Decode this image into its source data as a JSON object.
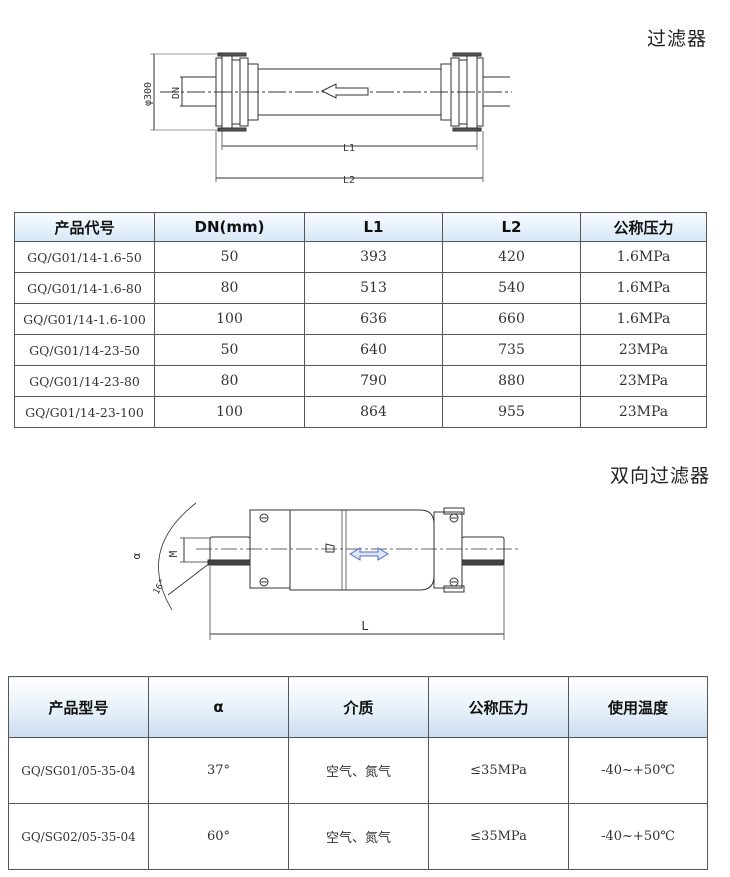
{
  "filter": {
    "title": "过滤器",
    "drawing_labels": {
      "dia": "φ300",
      "dn": "DN",
      "l1": "L1",
      "l2": "L2"
    },
    "table": {
      "headers": [
        "产品代号",
        "DN(mm)",
        "L1",
        "L2",
        "公称压力"
      ],
      "rows": [
        [
          "GQ/G01/14-1.6-50",
          "50",
          "393",
          "420",
          "1.6MPa"
        ],
        [
          "GQ/G01/14-1.6-80",
          "80",
          "513",
          "540",
          "1.6MPa"
        ],
        [
          "GQ/G01/14-1.6-100",
          "100",
          "636",
          "660",
          "1.6MPa"
        ],
        [
          "GQ/G01/14-23-50",
          "50",
          "640",
          "735",
          "23MPa"
        ],
        [
          "GQ/G01/14-23-80",
          "80",
          "790",
          "880",
          "23MPa"
        ],
        [
          "GQ/G01/14-23-100",
          "100",
          "864",
          "955",
          "23MPa"
        ]
      ]
    }
  },
  "bidir_filter": {
    "title": "双向过滤器",
    "drawing_labels": {
      "a": "α",
      "m": "M",
      "angle": "16°",
      "l": "L"
    },
    "table": {
      "headers": [
        "产品型号",
        "α",
        "介质",
        "公称压力",
        "使用温度"
      ],
      "rows": [
        [
          "GQ/SG01/05-35-04",
          "37°",
          "空气、氮气",
          "≤35MPa",
          "-40~+50℃"
        ],
        [
          "GQ/SG02/05-35-04",
          "60°",
          "空气、氮气",
          "≤35MPa",
          "-40~+50℃"
        ]
      ]
    }
  }
}
